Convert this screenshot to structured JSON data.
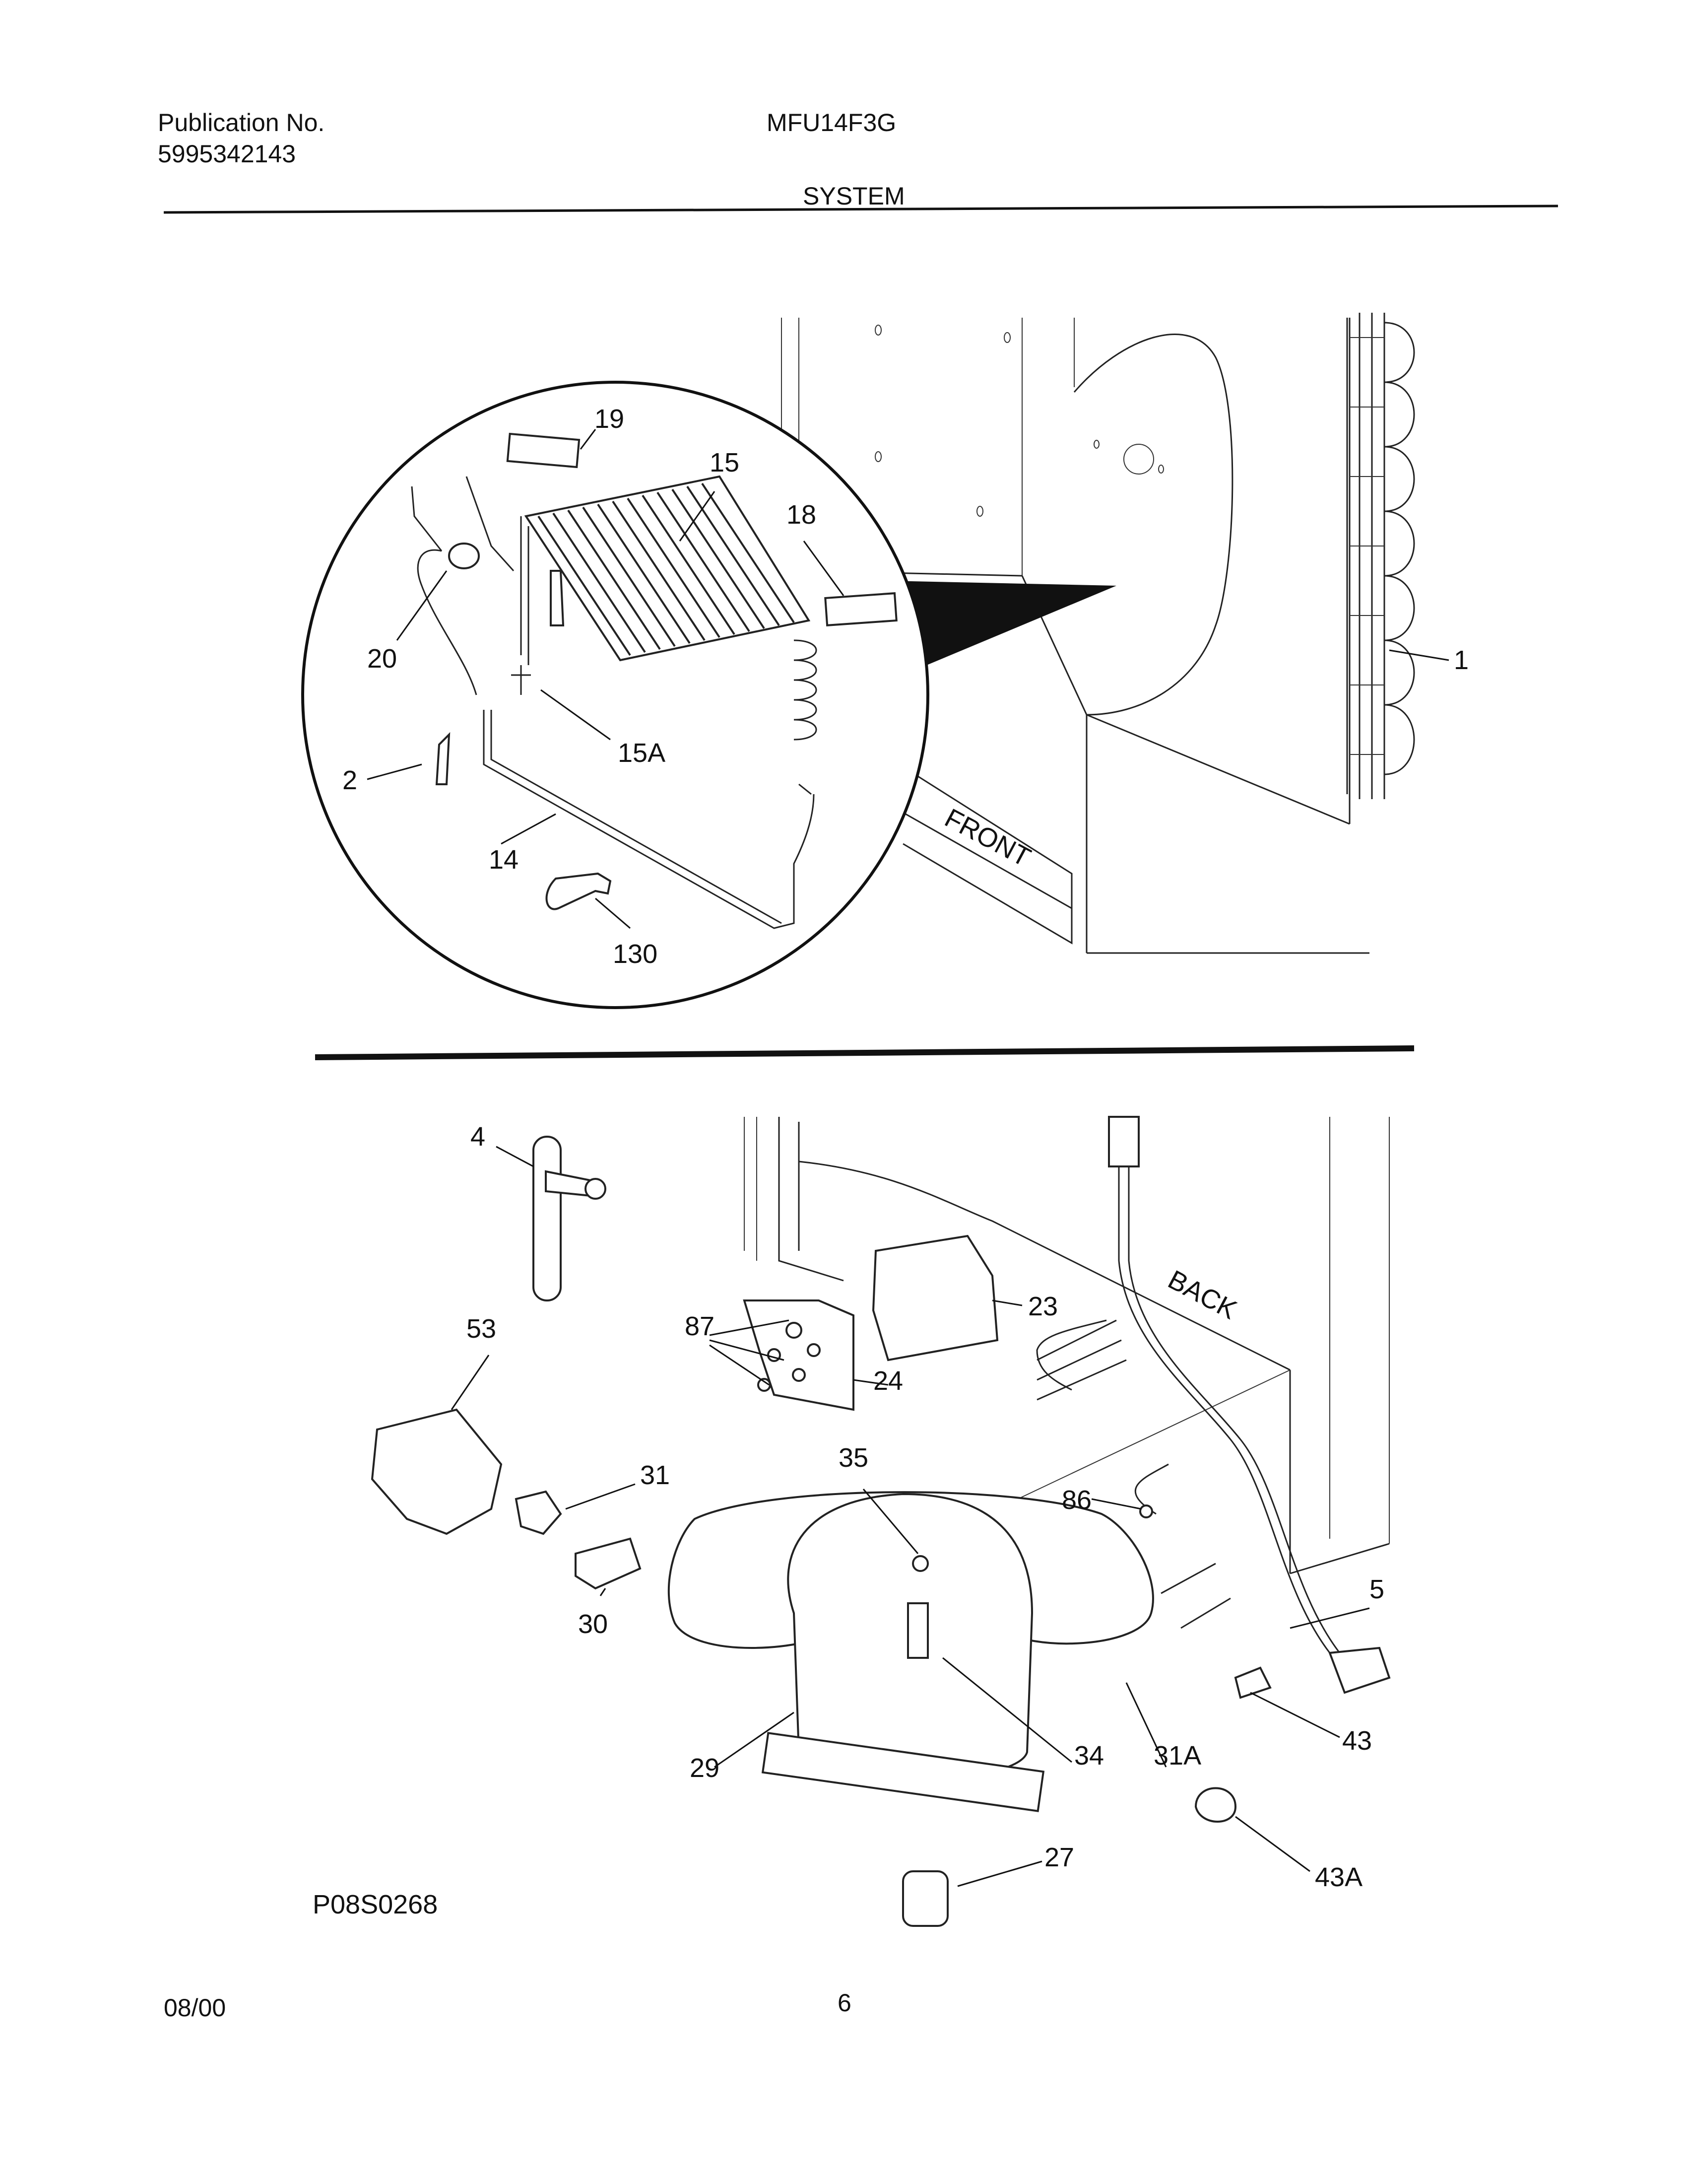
{
  "header": {
    "publication_label": "Publication No.",
    "publication_number": "5995342143",
    "model": "MFU14F3G",
    "section": "SYSTEM"
  },
  "diagram": {
    "orientation_labels": {
      "front": "FRONT",
      "back": "BACK"
    },
    "callouts_top": [
      "19",
      "15",
      "18",
      "20",
      "1",
      "15A",
      "2",
      "14",
      "130"
    ],
    "callouts_bottom": [
      "4",
      "53",
      "87",
      "23",
      "24",
      "31",
      "35",
      "86",
      "30",
      "5",
      "34",
      "31A",
      "29",
      "43",
      "27",
      "43A"
    ],
    "drawing_id": "P08S0268"
  },
  "footer": {
    "date": "08/00",
    "page": "6"
  }
}
